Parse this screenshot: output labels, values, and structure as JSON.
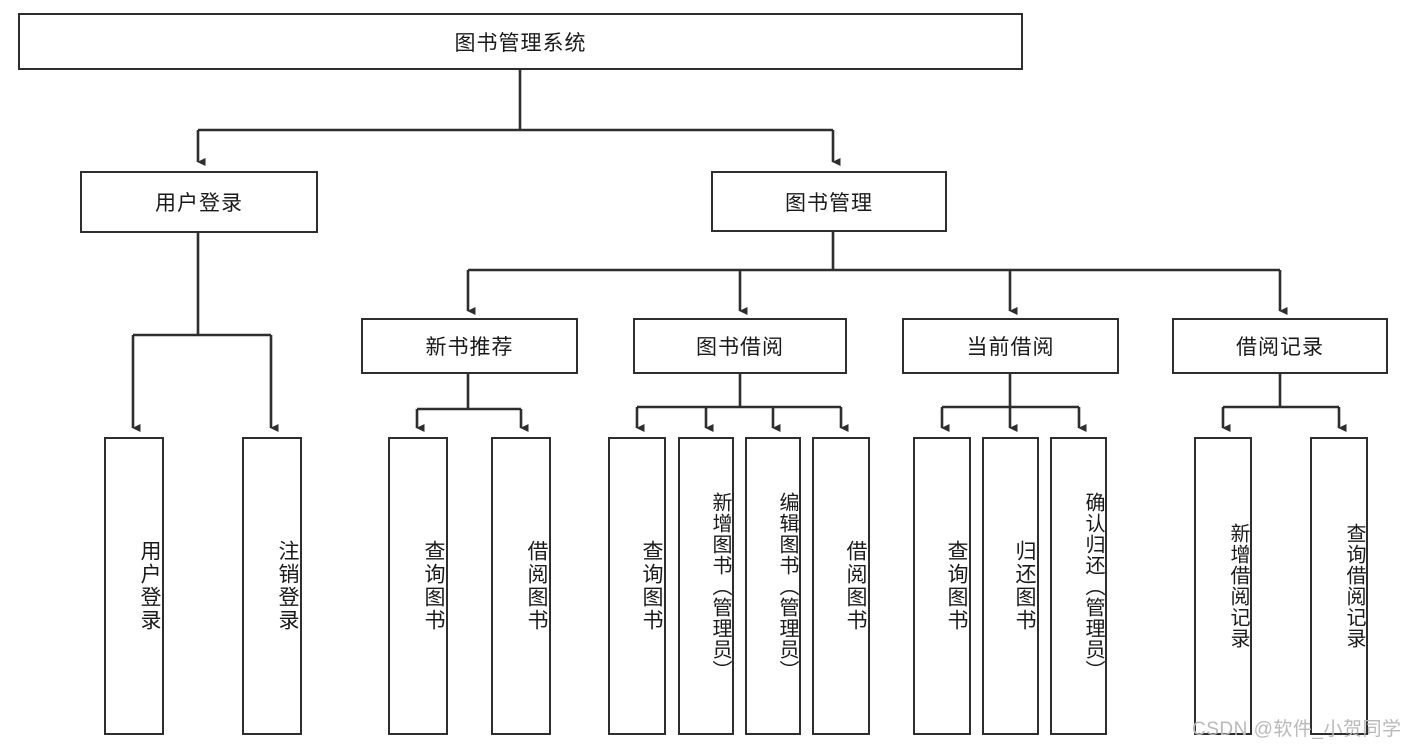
{
  "diagram": {
    "title": "图书管理系统",
    "root": {
      "label": "图书管理系统"
    },
    "level2": [
      {
        "label": "用户登录"
      },
      {
        "label": "图书管理"
      }
    ],
    "level3": [
      {
        "label": "新书推荐"
      },
      {
        "label": "图书借阅"
      },
      {
        "label": "当前借阅"
      },
      {
        "label": "借阅记录"
      }
    ],
    "leaves": {
      "user_login": [
        {
          "label": "用户登录"
        },
        {
          "label": "注销登录"
        }
      ],
      "new_book_recommend": [
        {
          "label": "查询图书"
        },
        {
          "label": "借阅图书"
        }
      ],
      "book_borrow": [
        {
          "label": "查询图书"
        },
        {
          "label": "新增图书（管理员）"
        },
        {
          "label": "编辑图书（管理员）"
        },
        {
          "label": "借阅图书"
        }
      ],
      "current_borrow": [
        {
          "label": "查询图书"
        },
        {
          "label": "归还图书"
        },
        {
          "label": "确认归还（管理员）"
        }
      ],
      "borrow_record": [
        {
          "label": "新增借阅记录"
        },
        {
          "label": "查询借阅记录"
        }
      ]
    }
  },
  "watermark": {
    "text": "CSDN @软件_小贺同学"
  },
  "colors": {
    "stroke": "#2e2e2e",
    "background": "#ffffff",
    "text": "#1a1a1a",
    "watermark": "#b9b9b9"
  }
}
